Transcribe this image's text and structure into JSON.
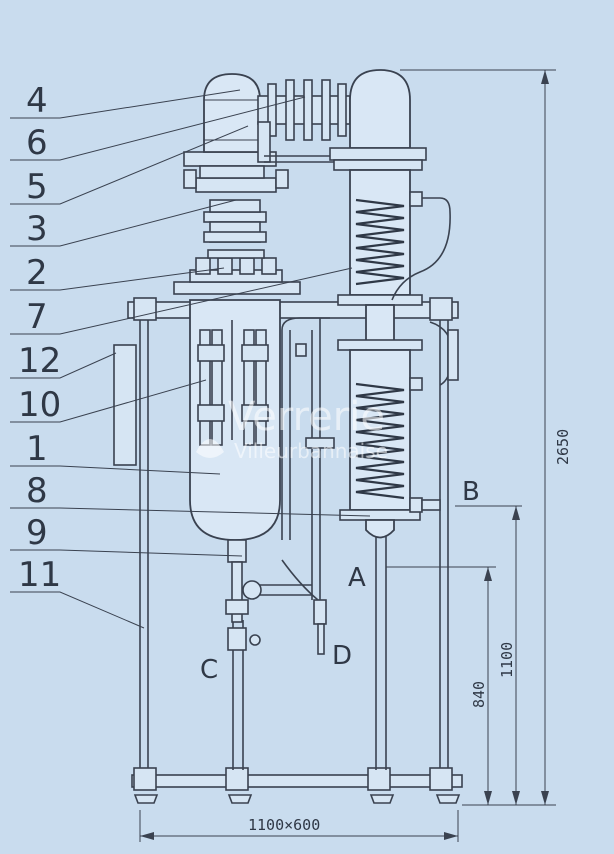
{
  "part_labels": [
    "4",
    "6",
    "5",
    "3",
    "2",
    "7",
    "12",
    "10",
    "1",
    "8",
    "9",
    "11"
  ],
  "port_labels": {
    "a": "A",
    "b": "B",
    "c": "C",
    "d": "D"
  },
  "dimensions": {
    "height_total": "2650",
    "height_b": "1100",
    "height_a": "840",
    "base": "1100×600"
  },
  "watermark": {
    "brand": "Verrerie",
    "sub": "Villeurbannaise"
  }
}
